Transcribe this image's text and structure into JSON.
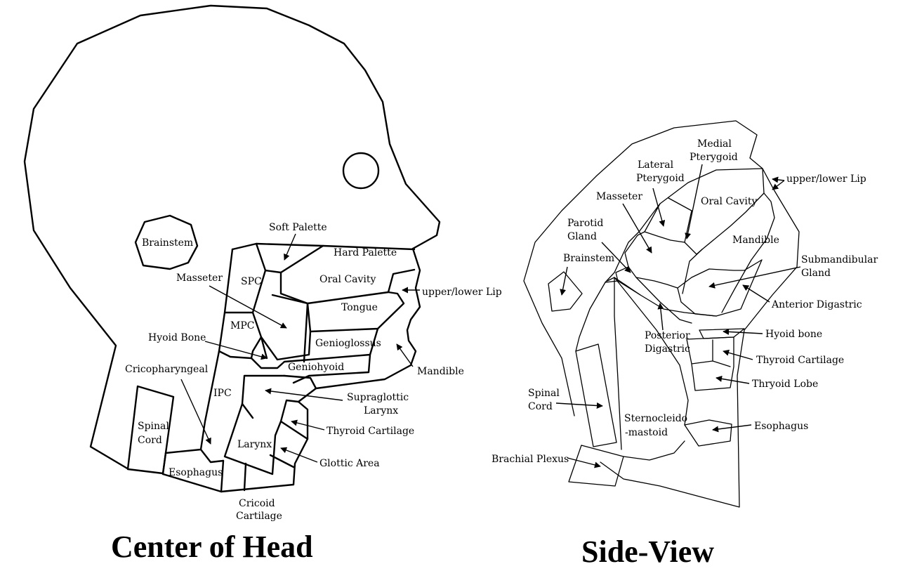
{
  "diagrams": [
    {
      "title": "Center of Head",
      "labels": {
        "soft_palette": "Soft Palette",
        "hard_palette": "Hard Palette",
        "brainstem": "Brainstem",
        "masseter": "Masseter",
        "spc": "SPC",
        "oral_cavity": "Oral Cavity",
        "upper_lower_lip": "upper/lower Lip",
        "tongue": "Tongue",
        "mpc": "MPC",
        "hyoid_bone": "Hyoid Bone",
        "genioglossus": "Genioglossus",
        "mandible": "Mandible",
        "geniohyoid": "Geniohyoid",
        "cricopharyngeal": "Cricopharyngeal",
        "ipc": "IPC",
        "supraglottic_larynx_1": "Supraglottic",
        "supraglottic_larynx_2": "Larynx",
        "spinal_cord_1": "Spinal",
        "spinal_cord_2": "Cord",
        "thyroid_cartilage": "Thyroid Cartilage",
        "larynx": "Larynx",
        "glottic_area": "Glottic Area",
        "esophagus": "Esophagus",
        "cricoid_cartilage_1": "Cricoid",
        "cricoid_cartilage_2": "Cartilage"
      }
    },
    {
      "title": "Side-View",
      "labels": {
        "medial_pterygoid_1": "Medial",
        "medial_pterygoid_2": "Pterygoid",
        "lateral_pterygoid_1": "Lateral",
        "lateral_pterygoid_2": "Pterygoid",
        "upper_lower_lip": "upper/lower Lip",
        "masseter": "Masseter",
        "oral_cavity": "Oral Cavity",
        "parotid_gland_1": "Parotid",
        "parotid_gland_2": "Gland",
        "mandible": "Mandible",
        "brainstem": "Brainstem",
        "submandibular_gland_1": "Submandibular",
        "submandibular_gland_2": "Gland",
        "anterior_digastric": "Anterior Digastric",
        "posterior_digastric_1": "Posterior",
        "posterior_digastric_2": "Digastric",
        "hyoid_bone": "Hyoid bone",
        "thyroid_cartilage": "Thyroid Cartilage",
        "thyroid_lobe": "Thryoid Lobe",
        "spinal_cord_1": "Spinal",
        "spinal_cord_2": "Cord",
        "sternocleidomastoid_1": "Sternocleido",
        "sternocleidomastoid_2": "-mastoid",
        "esophagus": "Esophagus",
        "brachial_plexus": "Brachial Plexus"
      }
    }
  ]
}
